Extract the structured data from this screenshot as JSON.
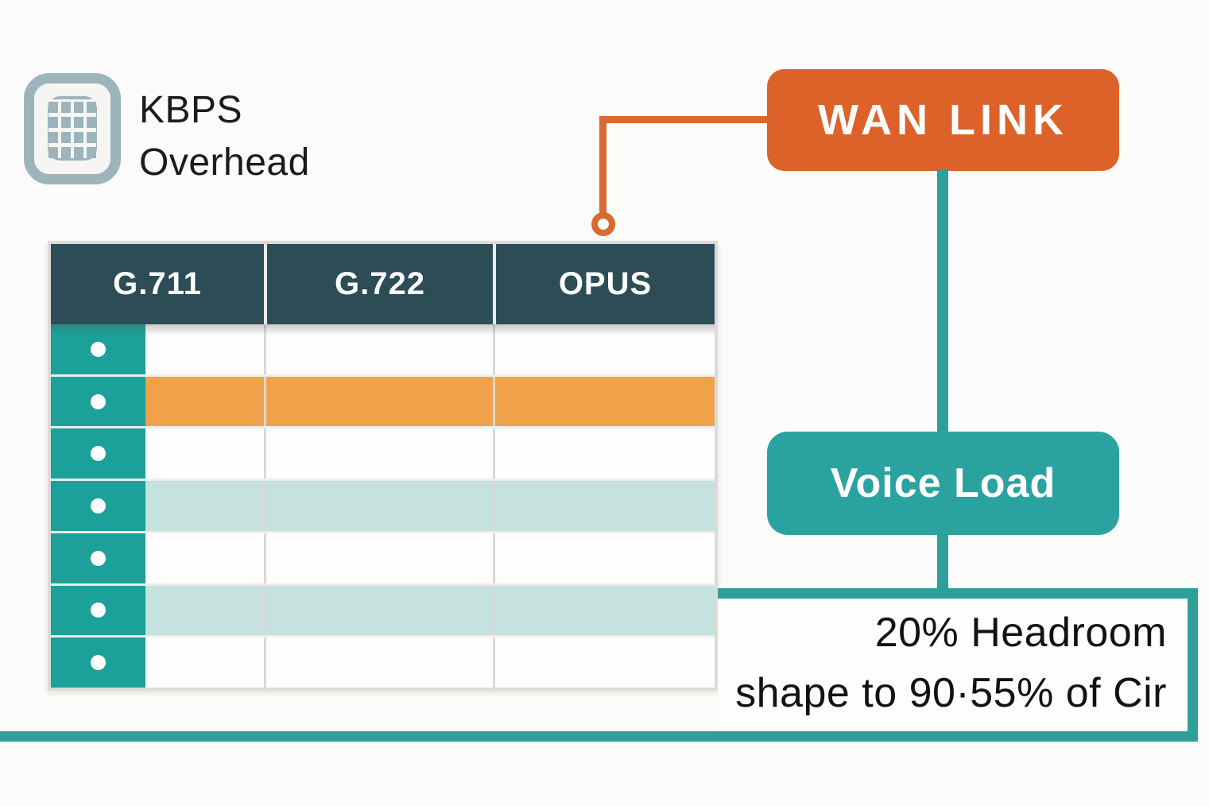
{
  "background": "#fbfbf9",
  "colors": {
    "background": "#fbfbf9",
    "teal": "#1ba199",
    "teal_node": "#2aa3a0",
    "teal_line": "#2f9f99",
    "teal_row": "#c5e2df",
    "orange_node": "#dc6229",
    "orange_row": "#f0a24b",
    "orange_line": "#d96b2f",
    "header_dark": "#2c4d56",
    "icon_gray": "#9db4bd",
    "border_gray": "#dcdbd8",
    "text_dark": "#1b1b1b"
  },
  "kbps": {
    "line1": "KBPS",
    "line2": "Overhead"
  },
  "table": {
    "headers": [
      "G.711",
      "G.722",
      "OPUS"
    ],
    "row_highlights": [
      "none",
      "orange",
      "none",
      "light",
      "none",
      "light",
      "none"
    ]
  },
  "nodes": {
    "wan_link": {
      "label": "WAN LINK"
    },
    "voice_load": {
      "label": "Voice Load"
    }
  },
  "callout": {
    "line1": "20% Headroom",
    "line2": "shape to 90·55% of Cir"
  }
}
